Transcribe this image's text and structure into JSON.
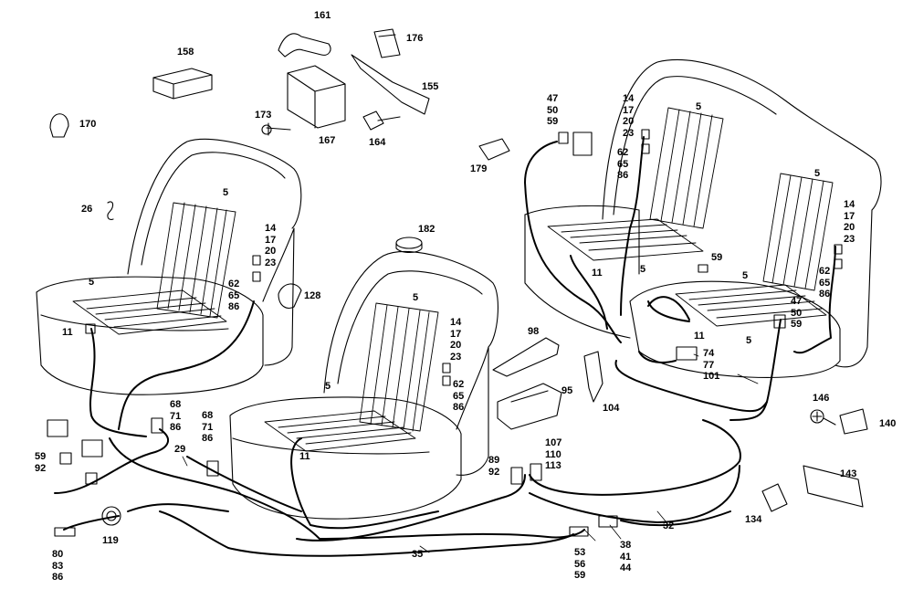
{
  "callouts": {
    "p161": "161",
    "p176": "176",
    "p158": "158",
    "p155": "155",
    "p173": "173",
    "p167": "167",
    "p164": "164",
    "p170": "170",
    "p179": "179",
    "p26": "26",
    "p182": "182",
    "p128": "128",
    "p98": "98",
    "p95": "95",
    "p104": "104",
    "p146": "146",
    "p140": "140",
    "p143": "143",
    "p134": "134",
    "p119": "119",
    "p29": "29",
    "p35": "35",
    "p32": "32",
    "s1_back": "5",
    "s1_cushion": "5",
    "s1_11": "11",
    "s1_a": "14\n17\n20\n23",
    "s1_b": "62\n65\n86",
    "s2_back": "5",
    "s2_cushion": "5",
    "s2_11": "11",
    "s2_a": "14\n17\n20\n23",
    "s2_b": "62\n65\n86",
    "s3_back1": "5",
    "s3_back2": "5",
    "s3_cush1": "5",
    "s3_cush2": "5",
    "s3_cush3": "5",
    "s3_11a": "11",
    "s3_11b": "11",
    "s3_59": "59",
    "s3_a": "47\n50\n59",
    "s3_b": "14\n17\n20\n23",
    "s3_c": "62\n65\n86",
    "s3_d": "14\n17\n20\n23",
    "s3_e": "62\n65\n86",
    "s3_f": "47\n50\n59",
    "s3_g": "74\n77\n101",
    "c68a": "68\n71\n86",
    "c68b": "68\n71\n86",
    "c59_92": "59\n92",
    "c80": "80\n83\n86",
    "c89": "89\n92",
    "c107": "107\n110\n113",
    "c53": "53\n56\n59",
    "c38": "38\n41\n44"
  }
}
